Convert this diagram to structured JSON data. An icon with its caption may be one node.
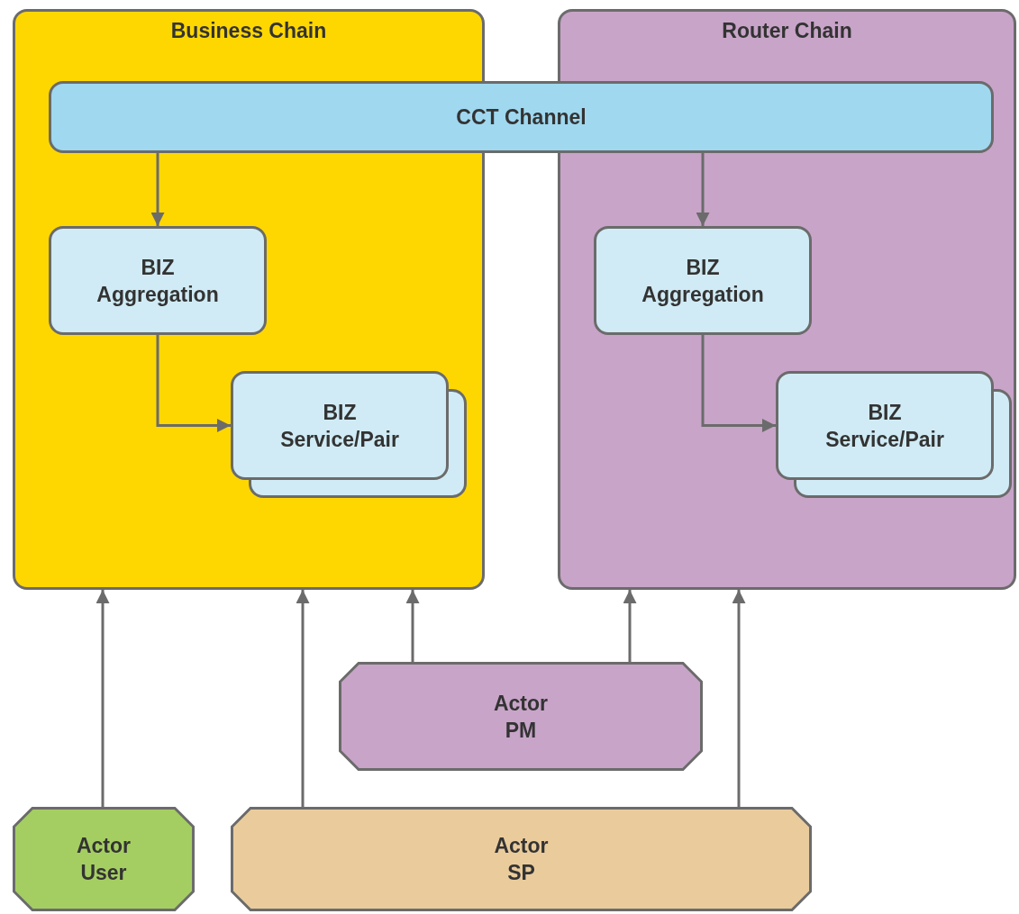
{
  "diagram": {
    "nodes": [
      {
        "text": [
          "Business Chain"
        ]
      },
      {
        "text": [
          "Router Chain"
        ]
      },
      {
        "text": [
          "CCT Channel"
        ]
      },
      {
        "text": [
          "BIZ Aggregation"
        ],
        "in": 0
      },
      {
        "text": [
          "BIZ Service/Pair"
        ],
        "in": 0
      },
      {
        "text": [
          "BIZ Aggregation"
        ],
        "in": 1
      },
      {
        "text": [
          "BIZ Service/Pair"
        ],
        "in": 1
      },
      {
        "text": [
          "Actor PM"
        ]
      },
      {
        "text": [
          "Actor User"
        ]
      },
      {
        "text": [
          "Actor SP"
        ]
      }
    ],
    "edges": [
      {
        "from": 2,
        "to": 3,
        "arrow": "to"
      },
      {
        "from": 3,
        "to": 4,
        "arrow": "to"
      },
      {
        "from": 2,
        "to": 5,
        "arrow": "to"
      },
      {
        "from": 5,
        "to": 6,
        "arrow": "to"
      },
      {
        "from": 8,
        "to": 0,
        "arrow": "to"
      },
      {
        "from": 9,
        "to": 0,
        "arrow": "to"
      },
      {
        "from": 7,
        "to": 0,
        "arrow": "to"
      },
      {
        "from": 7,
        "to": 1,
        "arrow": "to"
      },
      {
        "from": 9,
        "to": 1,
        "arrow": "to"
      }
    ]
  }
}
